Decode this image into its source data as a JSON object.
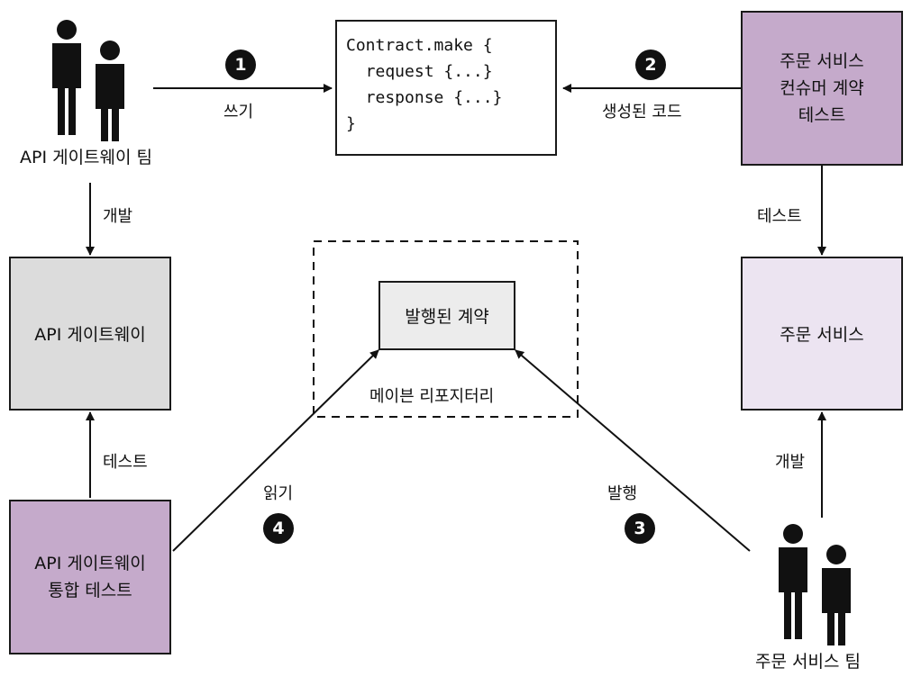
{
  "nodes": {
    "contract_code": {
      "lines": [
        "Contract.make {",
        "  request {...}",
        "  response {...}",
        "}"
      ]
    },
    "order_consumer_test": {
      "lines": [
        "주문 서비스",
        "컨슈머 계약",
        "테스트"
      ]
    },
    "api_gateway": {
      "label": "API 게이트웨이"
    },
    "order_service": {
      "label": "주문 서비스"
    },
    "published_contract": {
      "label": "발행된 계약"
    },
    "maven_repo": {
      "label": "메이븐 리포지터리"
    },
    "api_integration_test": {
      "lines": [
        "API 게이트웨이",
        "통합 테스트"
      ]
    }
  },
  "actors": {
    "api_team": {
      "label": "API 게이트웨이 팀",
      "icon": "people-icon"
    },
    "order_team": {
      "label": "주문 서비스 팀",
      "icon": "people-icon"
    }
  },
  "edges": {
    "write": {
      "label": "쓰기",
      "step": "1"
    },
    "generated_code": {
      "label": "생성된 코드",
      "step": "2"
    },
    "publish": {
      "label": "발행",
      "step": "3"
    },
    "read": {
      "label": "읽기",
      "step": "4"
    },
    "develop_left": {
      "label": "개발"
    },
    "develop_right": {
      "label": "개발"
    },
    "test_left": {
      "label": "테스트"
    },
    "test_right": {
      "label": "테스트"
    }
  },
  "colors": {
    "purple_box": "#c5aacb",
    "light_purple_box": "#ece4f1",
    "gray_box": "#dcdcdc",
    "published_box": "#ececec"
  }
}
